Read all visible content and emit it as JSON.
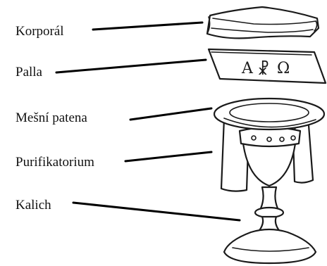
{
  "labels": {
    "korporal": "Korporál",
    "palla": "Palla",
    "patena": "Mešní  patena",
    "purifikatorium": "Purifikatorium",
    "kalich": "Kalich"
  },
  "palla_symbols": {
    "alpha": "A",
    "chi_rho": "☧",
    "omega": "Ω"
  },
  "colors": {
    "ink": "#1a1a1a",
    "background": "#ffffff"
  }
}
